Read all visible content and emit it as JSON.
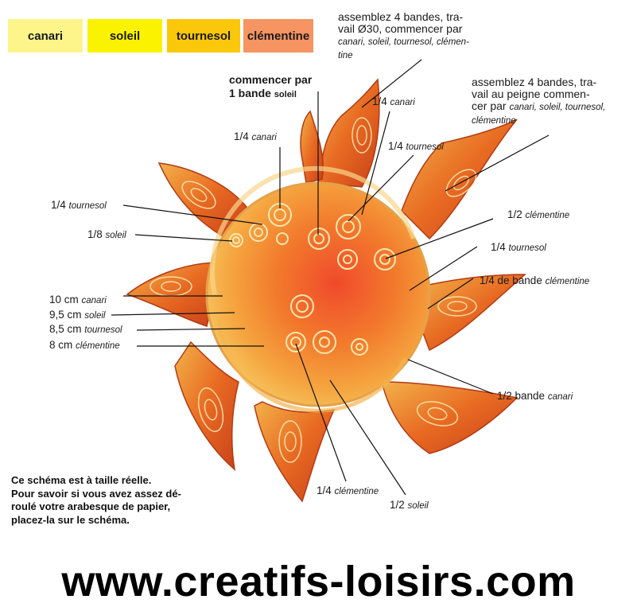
{
  "swatches": [
    {
      "label": "canari",
      "color": "#fdf58a"
    },
    {
      "label": "soleil",
      "color": "#fbf200"
    },
    {
      "label": "tournesol",
      "color": "#fbc70a"
    },
    {
      "label": "clémentine",
      "color": "#f69462"
    }
  ],
  "notes": {
    "top": {
      "text": "assemblez 4 bandes, tra-\nvail Ø30, commencer par",
      "italic": "canari, soleil, tournesol, clémen-\ntine"
    },
    "right": {
      "text": "assemblez 4 bandes, tra-\nvail au peigne commen-\ncer par",
      "italic": "canari, soleil, tournesol,\nclémentine"
    },
    "start": {
      "line1": "commencer par",
      "line2": "1 bande",
      "small": "soleil"
    }
  },
  "labels": [
    {
      "id": "quarter-canari-1",
      "text": "1/4 ",
      "italic": "canari"
    },
    {
      "id": "quarter-canari-2",
      "text": "1/4 ",
      "italic": "canari"
    },
    {
      "id": "quarter-tournesol-1",
      "text": "1/4 ",
      "italic": "tournesol"
    },
    {
      "id": "quarter-tournesol-2",
      "text": "1/4 ",
      "italic": "tournesol"
    },
    {
      "id": "eighth-soleil",
      "text": "1/8 ",
      "italic": "soleil"
    },
    {
      "id": "half-clementine",
      "text": "1/2 ",
      "italic": "clémentine"
    },
    {
      "id": "quarter-tournesol-3",
      "text": "1/4 ",
      "italic": "tournesol"
    },
    {
      "id": "quarter-band-clementine",
      "text": "1/4 de bande ",
      "italic": "clémentine"
    },
    {
      "id": "ring-10cm",
      "text": "10 cm ",
      "italic": "canari"
    },
    {
      "id": "ring-9-5cm",
      "text": "9,5 cm ",
      "italic": "soleil"
    },
    {
      "id": "ring-8-5cm",
      "text": "8,5 cm ",
      "italic": "tournesol"
    },
    {
      "id": "ring-8cm",
      "text": "8 cm ",
      "italic": "clémentine"
    },
    {
      "id": "half-band-canari",
      "text": "1/2 bande ",
      "italic": "canari"
    },
    {
      "id": "quarter-clementine",
      "text": "1/4 ",
      "italic": "clémentine"
    },
    {
      "id": "half-soleil",
      "text": "1/2 ",
      "italic": "soleil"
    }
  ],
  "footnote": "Ce schéma est à taille réelle.\nPour savoir si vous avez assez dé-\nroulé votre arabesque de papier,\nplacez-la sur le schéma.",
  "website": "www.creatifs-loisirs.com",
  "colors": {
    "orange_dark": "#d8501a",
    "orange": "#f0802c",
    "yellow": "#f7d060",
    "cream": "#fbe7b0",
    "red": "#e0452a"
  }
}
